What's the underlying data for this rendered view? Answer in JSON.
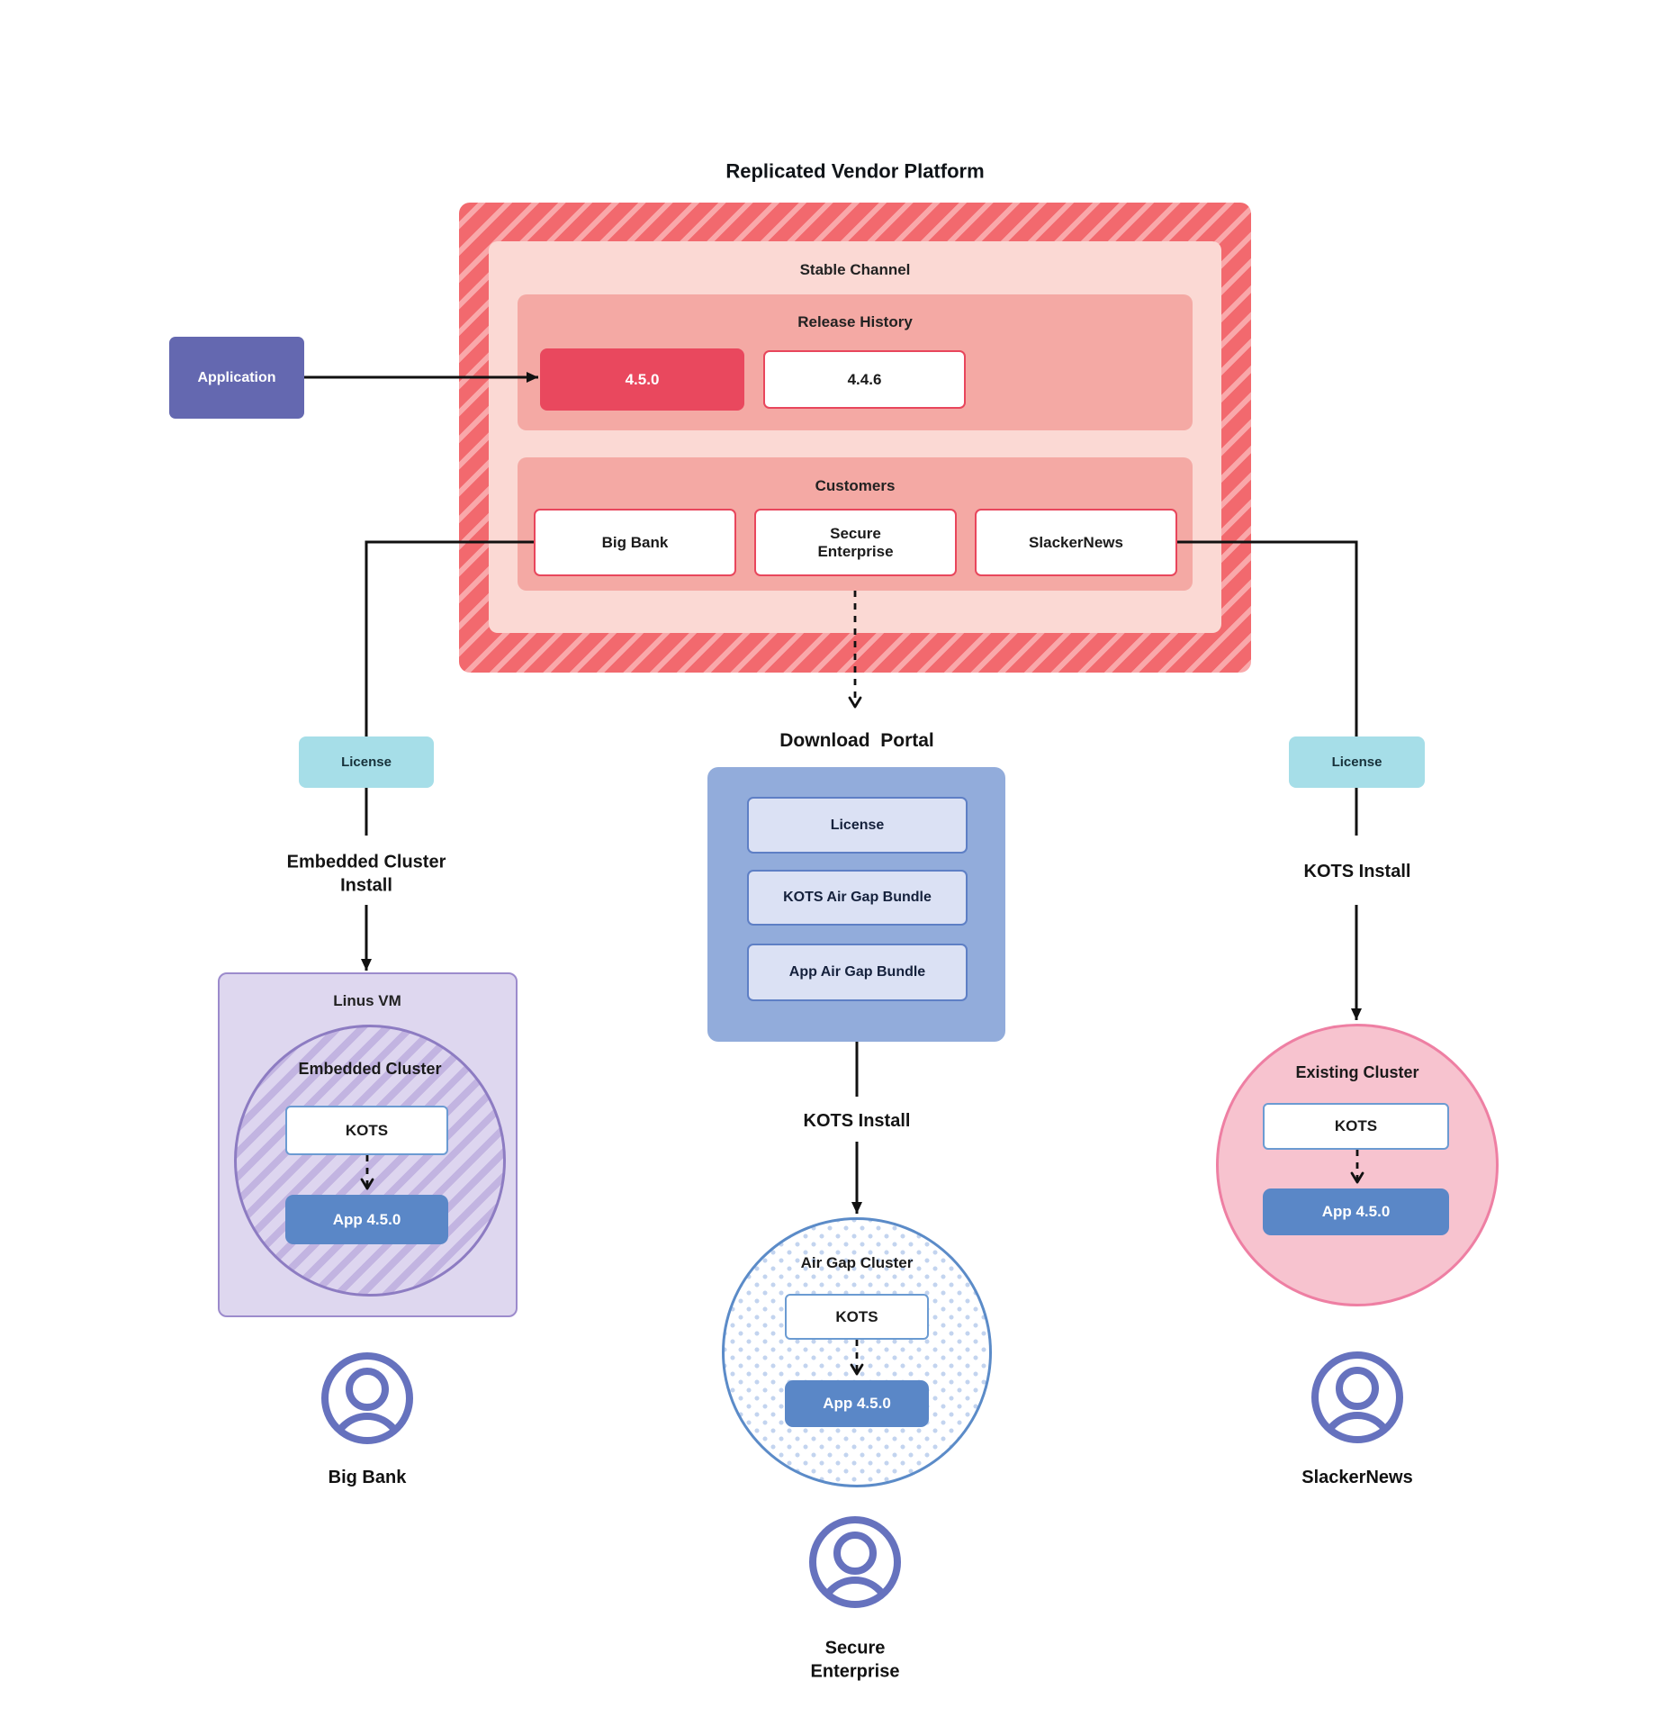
{
  "title": "Replicated Vendor Platform",
  "platform": {
    "stable_channel": "Stable Channel",
    "release_history": {
      "label": "Release History",
      "current_version": "4.5.0",
      "previous_version": "4.4.6"
    },
    "customers": {
      "label": "Customers",
      "big_bank": "Big Bank",
      "secure_enterprise": "Secure\nEnterprise",
      "slackernews": "SlackerNews"
    }
  },
  "application": {
    "label": "Application"
  },
  "big_bank_flow": {
    "license": "License",
    "install_method": "Embedded Cluster\nInstall",
    "vm_label": "Linus VM",
    "cluster_label": "Embedded Cluster",
    "kots": "KOTS",
    "app_version": "App 4.5.0",
    "user_label": "Big Bank"
  },
  "secure_enterprise_flow": {
    "portal_title": "Download  Portal",
    "portal_items": [
      "License",
      "KOTS Air Gap Bundle",
      "App Air Gap Bundle"
    ],
    "install_method": "KOTS Install",
    "cluster_label": "Air Gap Cluster",
    "kots": "KOTS",
    "app_version": "App 4.5.0",
    "user_label": "Secure\nEnterprise"
  },
  "slackernews_flow": {
    "license": "License",
    "install_method": "KOTS Install",
    "cluster_label": "Existing Cluster",
    "kots": "KOTS",
    "app_version": "App 4.5.0",
    "user_label": "SlackerNews"
  },
  "colors": {
    "hatch_red_dark": "#f2696e",
    "hatch_red_light": "#f9a8aa",
    "stable_fill": "#fbd9d4",
    "section_fill": "#f4a9a4",
    "release_current_fill": "#e9485e",
    "red_border": "#e8465c",
    "application_purple": "#6468b0",
    "license_teal": "#a6dee8",
    "portal_blue": "#92acdb",
    "portal_item_fill": "#dbe1f4",
    "portal_item_border": "#5e7fc5",
    "app_blue": "#5a87c7",
    "kots_border": "#6b9bd2",
    "vm_fill": "#ded7ef",
    "vm_border": "#9c8bcc",
    "embedded_hatch": "#c2b4e1",
    "embedded_border": "#8d7cc2",
    "airgap_dots": "#c3d4ef",
    "airgap_border": "#5b8bc8",
    "existing_fill": "#f7c3cf",
    "existing_border": "#ee7fa3",
    "user_icon_purple": "#6672be",
    "connector": "#111111"
  }
}
